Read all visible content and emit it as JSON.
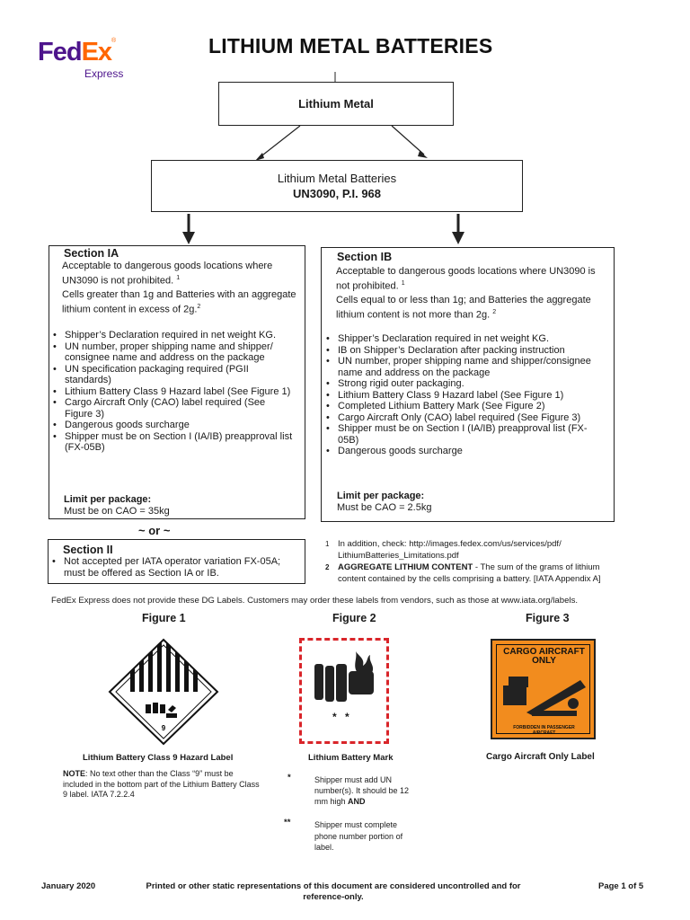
{
  "logo": {
    "fed": "Fed",
    "ex": "Ex",
    "sub": "Express",
    "reg": "®"
  },
  "title": "LITHIUM METAL BATTERIES",
  "top_box": "Lithium Metal",
  "mid_box": {
    "line1": "Lithium Metal Batteries",
    "line2": "UN3090, P.I. 968"
  },
  "section_ia": {
    "title": "Section IA",
    "p1": "Acceptable to dangerous goods locations where UN3090 is not prohibited.",
    "p1_note": "1",
    "p2": "Cells greater than 1g and Batteries with an aggregate lithium content in excess of 2g.",
    "p2_note": "2",
    "bullets": [
      "Shipper’s Declaration required in net weight KG.",
      "UN number, proper shipping name and shipper/ consignee name and address on the package",
      "UN specification packaging required (PGII standards)",
      "Lithium Battery Class 9 Hazard label (See Figure 1)",
      "Cargo Aircraft Only (CAO) label required (See Figure 3)",
      "Dangerous goods surcharge",
      "Shipper must be on Section I (IA/IB) preapproval list (FX-05B)"
    ],
    "limit_label": "Limit per package:",
    "limit_value": "Must be on CAO = 35kg"
  },
  "section_ib": {
    "title": "Section IB",
    "p1": "Acceptable to dangerous goods locations where UN3090 is not prohibited.",
    "p1_note": "1",
    "p2": "Cells equal to or less than 1g; and Batteries the aggregate lithium content is not more than 2g.",
    "p2_note": "2",
    "bullets": [
      "Shipper’s Declaration required in net weight KG.",
      "IB on Shipper’s Declaration after packing instruction",
      "UN number, proper shipping name and shipper/consignee name and address on the package",
      "Strong rigid outer packaging.",
      "Lithium Battery Class 9 Hazard label (See Figure 1)",
      "Completed Lithium Battery Mark (See Figure 2)",
      "Cargo Aircraft Only (CAO) label required (See Figure 3)",
      "Shipper must be on Section I (IA/IB) preapproval list (FX-05B)",
      "Dangerous goods surcharge"
    ],
    "limit_label": "Limit per package:",
    "limit_value": "Must be CAO =  2.5kg"
  },
  "or_text": "~ or ~",
  "section_ii": {
    "title": "Section II",
    "bullet": "Not accepted per IATA operator variation FX-05A; must be offered as Section IA or IB."
  },
  "footnotes": {
    "n1": "1",
    "n1_text": "In addition, check: http://images.fedex.com/us/services/pdf/ LithiumBatteries_Limitations.pdf",
    "n2": "2",
    "n2_bold": "AGGREGATE LITHIUM CONTENT",
    "n2_text": " - The sum of the grams of lithium content contained by the cells comprising a battery. [IATA Appendix A]"
  },
  "labels_note": "FedEx Express does not provide these DG Labels. Customers may order these labels from vendors, such as those at www.iata.org/labels.",
  "figures": {
    "fig1_title": "Figure 1",
    "fig2_title": "Figure 2",
    "fig3_title": "Figure 3",
    "fig1_caption": "Lithium Battery Class 9 Hazard Label",
    "fig2_caption": "Lithium Battery Mark",
    "fig3_caption": "Cargo  Aircraft Only Label",
    "fig1_number": "9",
    "fig2_stars": "* *",
    "fig3_top": "CARGO AIRCRAFT ONLY",
    "fig3_bottom": "FORBIDDEN IN PASSENGER AIRCRAFT",
    "fig1_note_bold": "NOTE",
    "fig1_note": ": No text other than the Class “9” must be included in the bottom part of the Lithium Battery Class 9 label.  IATA 7.2.2.4",
    "star1": "*",
    "star1_text": "Shipper must add UN number(s). It should be 12 mm high ",
    "star1_bold": "AND",
    "star2": "**",
    "star2_text": "Shipper must complete phone number portion of label."
  },
  "footer": {
    "date": "January 2020",
    "center": "Printed or other static representations of this document are considered uncontrolled and for reference-only.",
    "page": "Page 1 of 5"
  },
  "colors": {
    "fedex_purple": "#4d148c",
    "fedex_orange": "#ff6600",
    "cao_orange": "#f28c1e",
    "mark_red": "#d9252a"
  }
}
